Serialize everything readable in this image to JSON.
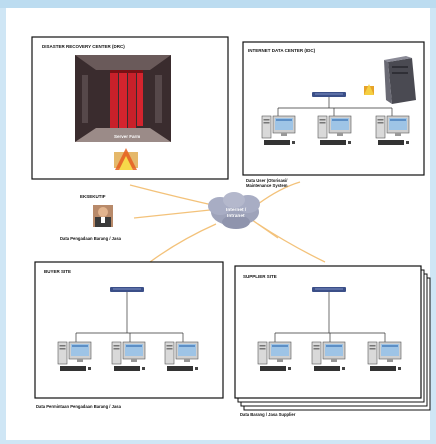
{
  "diagram": {
    "drc": {
      "title": "DISASTER RECOVERY CENTER (DRC)",
      "caption": "Server Farm"
    },
    "idc": {
      "title": "INTERNET DATA CENTER (IDC)",
      "note_line1": "Data User (Otorisasi/",
      "note_line2": "Maintenance System"
    },
    "cloud": {
      "line1": "Internet /",
      "line2": "Intranet"
    },
    "eksekutif": {
      "title": "EKSEKUTIF",
      "note": "Data Pengadaan Barang / Jasa"
    },
    "buyer": {
      "title": "BUYER SITE",
      "note": "Data Permintaan Pengadaan Barang / Jasa"
    },
    "supplier": {
      "title": "SUPPLIER SITE",
      "note": "Data Barang / Jasa Supplier"
    }
  },
  "colors": {
    "link": "#f3c27a",
    "switch": "#3b4f88",
    "cloud": "#9ea3ba",
    "server_red": "#c8202a"
  }
}
